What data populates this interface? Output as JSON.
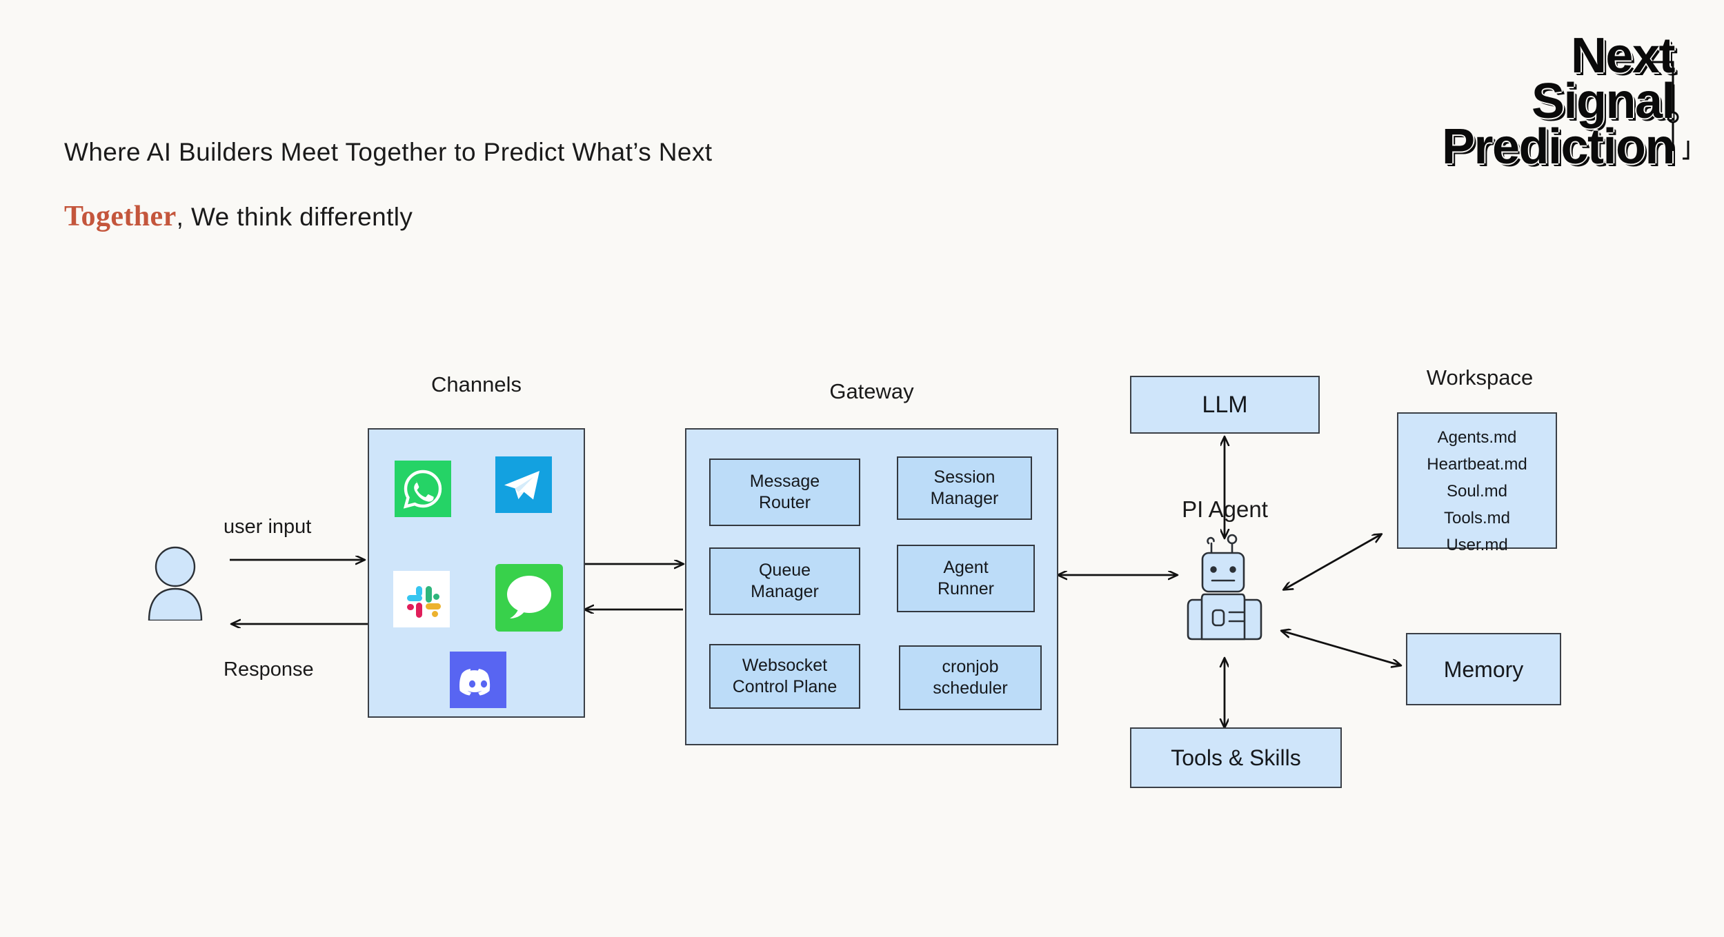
{
  "header": {
    "tagline": "Where AI Builders Meet Together to Predict What’s Next",
    "subline_accent": "Together",
    "subline_rest": ", We think differently"
  },
  "logo": {
    "line1": "Next",
    "line2": "Signal",
    "line3": "Prediction"
  },
  "colors": {
    "background": "#faf9f6",
    "box_fill": "#cfe5fa",
    "box_inner_fill": "#bcdcf8",
    "box_stroke": "#3a3f46",
    "accent_red": "#c4563c",
    "text": "#15181c",
    "whatsapp_green": "#25D366",
    "telegram_blue": "#13a1e0",
    "imessage_green": "#38d14b",
    "discord_blurple": "#5865F2",
    "slack_white": "#ffffff"
  },
  "diagram": {
    "type": "architecture",
    "actors": [
      {
        "id": "user",
        "name": "user-avatar",
        "label": ""
      }
    ],
    "groups": [
      {
        "id": "channels",
        "label": "Channels"
      },
      {
        "id": "gateway",
        "label": "Gateway"
      },
      {
        "id": "workspace",
        "label": "Workspace"
      }
    ],
    "channels": {
      "label": "Channels",
      "apps": [
        {
          "id": "whatsapp",
          "icon": "whatsapp-icon",
          "name": "WhatsApp"
        },
        {
          "id": "telegram",
          "icon": "telegram-icon",
          "name": "Telegram"
        },
        {
          "id": "slack",
          "icon": "slack-icon",
          "name": "Slack"
        },
        {
          "id": "imessage",
          "icon": "imessage-icon",
          "name": "iMessage"
        },
        {
          "id": "discord",
          "icon": "discord-icon",
          "name": "Discord"
        }
      ]
    },
    "gateway": {
      "label": "Gateway",
      "components": [
        {
          "id": "message-router",
          "label": "Message\nRouter"
        },
        {
          "id": "session-manager",
          "label": "Session\nManager"
        },
        {
          "id": "queue-manager",
          "label": "Queue\nManager"
        },
        {
          "id": "agent-runner",
          "label": "Agent\nRunner"
        },
        {
          "id": "websocket-control-plane",
          "label": "Websocket\nControl Plane"
        },
        {
          "id": "cronjob-scheduler",
          "label": "cronjob\nscheduler"
        }
      ]
    },
    "nodes": [
      {
        "id": "llm",
        "label": "LLM"
      },
      {
        "id": "pi-agent",
        "label": "PI Agent"
      },
      {
        "id": "memory",
        "label": "Memory"
      },
      {
        "id": "tools-skills",
        "label": "Tools & Skills"
      }
    ],
    "workspace": {
      "label": "Workspace",
      "files": [
        "Agents.md",
        "Heartbeat.md",
        "Soul.md",
        "Tools.md",
        "User.md"
      ]
    },
    "edges": [
      {
        "from": "user",
        "to": "channels",
        "label": "user input",
        "direction": "forward"
      },
      {
        "from": "channels",
        "to": "user",
        "label": "Response",
        "direction": "forward"
      },
      {
        "from": "channels",
        "to": "gateway",
        "label": "",
        "direction": "forward"
      },
      {
        "from": "gateway",
        "to": "channels",
        "label": "",
        "direction": "forward"
      },
      {
        "from": "gateway",
        "to": "pi-agent",
        "label": "",
        "direction": "both"
      },
      {
        "from": "pi-agent",
        "to": "llm",
        "label": "",
        "direction": "both"
      },
      {
        "from": "pi-agent",
        "to": "workspace",
        "label": "",
        "direction": "both"
      },
      {
        "from": "pi-agent",
        "to": "memory",
        "label": "",
        "direction": "both"
      },
      {
        "from": "pi-agent",
        "to": "tools-skills",
        "label": "",
        "direction": "both"
      }
    ],
    "edge_labels": {
      "user_input": "user input",
      "response": "Response"
    }
  }
}
